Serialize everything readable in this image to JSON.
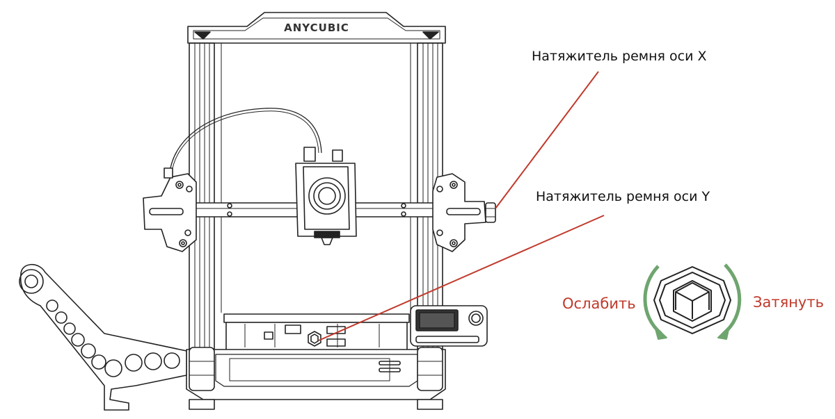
{
  "brand": "ANYCUBIC",
  "callouts": {
    "x_axis": "Натяжитель ремня оси X",
    "y_axis": "Натяжитель ремня оси Y"
  },
  "direction": {
    "loosen": "Ослабить",
    "tighten": "Затянуть"
  },
  "colors": {
    "leader_line": "#c0392b",
    "direction_text": "#c0392b",
    "rotation_arrow": "#6fa56f",
    "outline": "#222222"
  },
  "icons": {
    "tensioner_knob": "hexagon-knob-icon",
    "rotation_arrows": "curved-arrow-icon"
  }
}
